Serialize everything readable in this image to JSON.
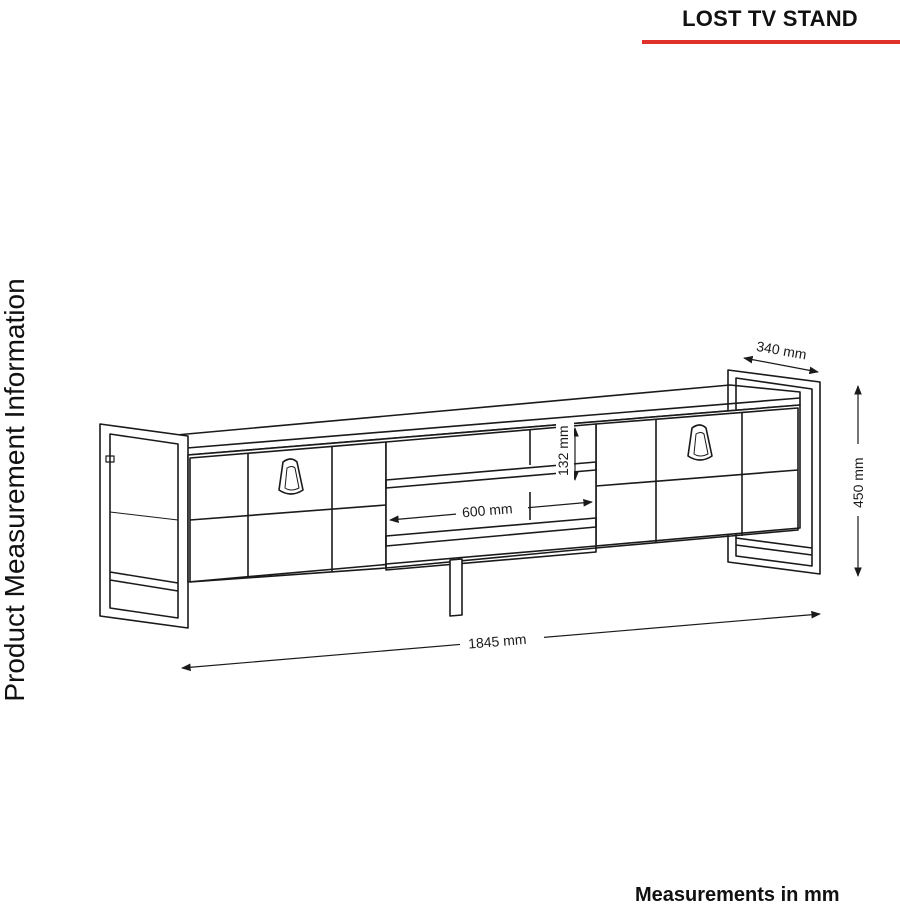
{
  "header": {
    "title": "LOST TV STAND",
    "accent_color": "#e0312b"
  },
  "side_label": "Product Measurement Information",
  "footer": {
    "note": "Measurements in mm"
  },
  "dimensions": {
    "width": "1845 mm",
    "height": "450 mm",
    "depth": "340 mm",
    "shelf_width": "600 mm",
    "shelf_height": "132 mm"
  },
  "colors": {
    "line": "#1a1a1a"
  }
}
